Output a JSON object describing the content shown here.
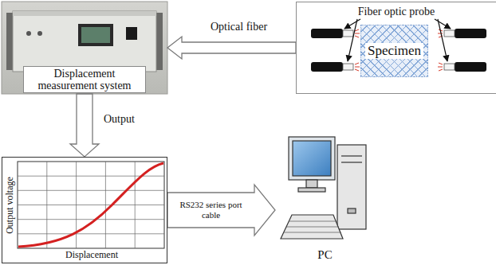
{
  "diagram": {
    "nodes": [
      {
        "text": [
          "Displacement measurement system"
        ]
      },
      {
        "text": [
          "Fiber optic probe"
        ]
      },
      {
        "text": [
          "Specimen"
        ],
        "in": 1
      },
      {
        "text": [
          "Output voltage",
          "Displacement"
        ]
      },
      {
        "text": [
          "PC"
        ]
      }
    ],
    "edges": [
      {
        "from": 1,
        "to": 0,
        "arrow": "to",
        "label": "Optical fiber"
      },
      {
        "from": 0,
        "to": 3,
        "arrow": "to",
        "label": "Output"
      },
      {
        "from": 3,
        "to": 4,
        "arrow": "to",
        "label": "RS232 series port cable"
      }
    ]
  }
}
